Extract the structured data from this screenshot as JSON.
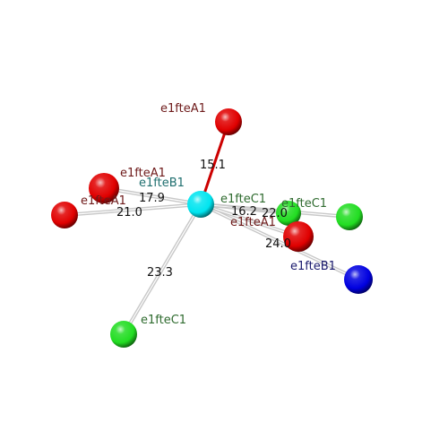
{
  "viewer": {
    "colors": {
      "background": "#ffffff",
      "oxygen": "#e00000",
      "cyan_atom": "#00e5f0",
      "green_atom": "#22dd22",
      "blue_atom": "#0000e0",
      "bond_default": "#c8c8c8",
      "bond_highlight": "#cc0000",
      "label_red": "#6e1a1a",
      "label_teal": "#1f6f6f",
      "label_green": "#2f6b2f",
      "label_navy": "#1a1a6e"
    },
    "atoms": [
      {
        "id": "center",
        "label": "e1fteB1",
        "color_key": "cyan_atom"
      },
      {
        "id": "red-top",
        "label": "e1fteA1",
        "color_key": "oxygen"
      },
      {
        "id": "red-upper-left",
        "label": "e1fteA1",
        "color_key": "oxygen"
      },
      {
        "id": "red-left",
        "label": "e1fteA1",
        "color_key": "oxygen"
      },
      {
        "id": "green-near",
        "label": "e1fteC1",
        "color_key": "green_atom"
      },
      {
        "id": "green-right",
        "label": "e1fteC1",
        "color_key": "green_atom"
      },
      {
        "id": "red-lower-right",
        "label": "e1fteA1",
        "color_key": "oxygen"
      },
      {
        "id": "blue-right",
        "label": "e1fteB1",
        "color_key": "blue_atom"
      },
      {
        "id": "green-bottom",
        "label": "e1fteC1",
        "color_key": "green_atom"
      }
    ],
    "distances": [
      {
        "to": "red-top",
        "value": "15.1",
        "highlight": true
      },
      {
        "to": "red-upper-left",
        "value": "17.9"
      },
      {
        "to": "red-left",
        "value": "21.0"
      },
      {
        "to": "green-near",
        "value": "16.2"
      },
      {
        "to": "green-right",
        "value": "22.0"
      },
      {
        "to": "red-lower-right",
        "value": "24.0"
      },
      {
        "to": "blue-right",
        "value": ""
      },
      {
        "to": "green-bottom",
        "value": "23.3"
      }
    ]
  }
}
